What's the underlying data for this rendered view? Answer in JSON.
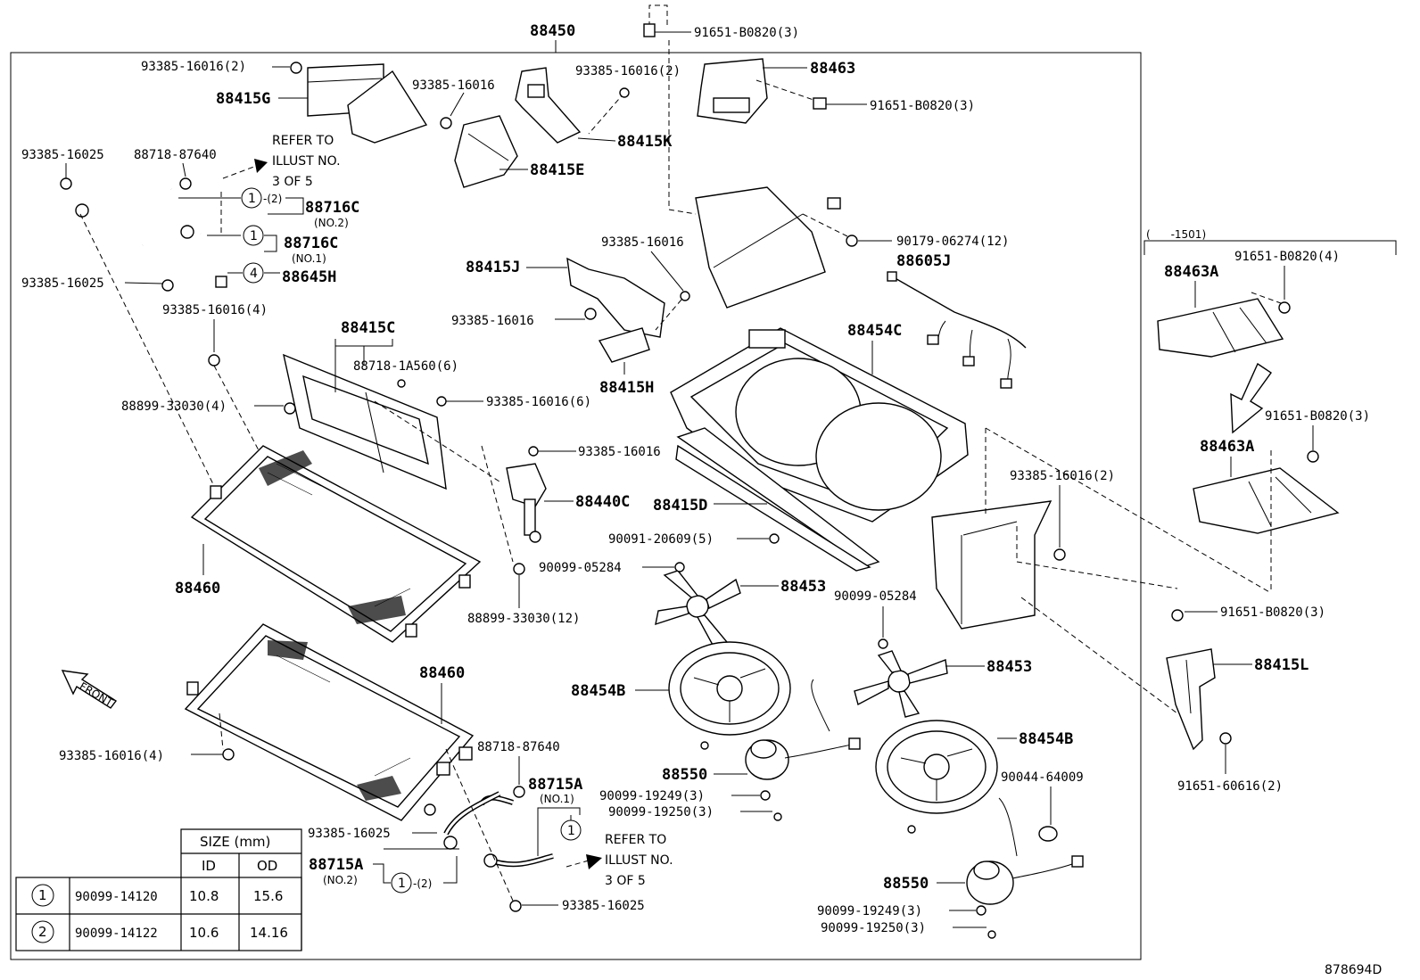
{
  "diagram": {
    "assembly_number": "88450",
    "catalog_id": "878694D",
    "range_label": "(      -1501)",
    "front_label": "FRONT",
    "notes": {
      "refer_top": [
        "REFER TO",
        "ILLUST NO.",
        "3 OF 5"
      ],
      "refer_bottom": [
        "REFER TO",
        "ILLUST NO.",
        "3 OF 5"
      ]
    },
    "parts": {
      "p91651_B0820_3_top": "91651-B0820(3)",
      "p93385_16016_2_a": "93385-16016(2)",
      "p88415G": "88415G",
      "p93385_16016_a": "93385-16016",
      "p93385_16016_2_b": "93385-16016(2)",
      "p88463": "88463",
      "p91651_B0820_3_b": "91651-B0820(3)",
      "p88415K": "88415K",
      "p88415E": "88415E",
      "p93385_16025_a": "93385-16025",
      "p88718_87640_a": "88718-87640",
      "p88716C_1": "88716C",
      "p88716C_1_sub": "(NO.2)",
      "p88716C_2": "88716C",
      "p88716C_2_sub": "(NO.1)",
      "p88645H": "88645H",
      "p93385_16025_b": "93385-16025",
      "p93385_16016_4_a": "93385-16016(4)",
      "p90179_06274_12": "90179-06274(12)",
      "p88605J": "88605J",
      "p93385_16016_b": "93385-16016",
      "p88415J": "88415J",
      "p93385_16016_c": "93385-16016",
      "p88415H": "88415H",
      "p88415C": "88415C",
      "p88718_1A560_6": "88718-1A560(6)",
      "p88454C": "88454C",
      "p88899_33030_4": "88899-33030(4)",
      "p93385_16016_6": "93385-16016(6)",
      "p93385_16016_d": "93385-16016",
      "p88440C": "88440C",
      "p88415D": "88415D",
      "p90091_20609_5": "90091-20609(5)",
      "p88460_a": "88460",
      "p90099_05284_a": "90099-05284",
      "p88899_33030_12": "88899-33030(12)",
      "p88453_a": "88453",
      "p90099_05284_b": "90099-05284",
      "p93385_16016_2_c": "93385-16016(2)",
      "p88460_b": "88460",
      "p88453_b": "88453",
      "p88454B_a": "88454B",
      "p88454B_b": "88454B",
      "p93385_16016_4_b": "93385-16016(4)",
      "p88718_87640_b": "88718-87640",
      "p88715A_1": "88715A",
      "p88715A_1_sub": "(NO.1)",
      "p88550_a": "88550",
      "p90099_19249_3_a": "90099-19249(3)",
      "p90099_19250_3_a": "90099-19250(3)",
      "p90044_64009": "90044-64009",
      "p93385_16025_c": "93385-16025",
      "p88715A_2": "88715A",
      "p88715A_2_sub": "(NO.2)",
      "p93385_16025_d": "93385-16025",
      "p88550_b": "88550",
      "p90099_19249_3_b": "90099-19249(3)",
      "p90099_19250_3_b": "90099-19250(3)",
      "p88463A_a": "88463A",
      "p91651_B0820_4": "91651-B0820(4)",
      "p91651_B0820_3_c": "91651-B0820(3)",
      "p88463A_b": "88463A",
      "p91651_B0820_3_d": "91651-B0820(3)",
      "p88415L": "88415L",
      "p91651_60616_2": "91651-60616(2)"
    },
    "callouts": {
      "c1_a": "1",
      "c1_a_suffix": "-(2)",
      "c1_b": "1",
      "c4": "4",
      "c1_c": "1",
      "c1_d": "1",
      "c1_d_suffix": "-(2)"
    },
    "size_table": {
      "header_group": "SIZE (mm)",
      "columns": [
        "ID",
        "OD"
      ],
      "rows": [
        {
          "mark": "1",
          "part": "90099-14120",
          "id": "10.8",
          "od": "15.6"
        },
        {
          "mark": "2",
          "part": "90099-14122",
          "id": "10.6",
          "od": "14.16"
        }
      ]
    }
  }
}
